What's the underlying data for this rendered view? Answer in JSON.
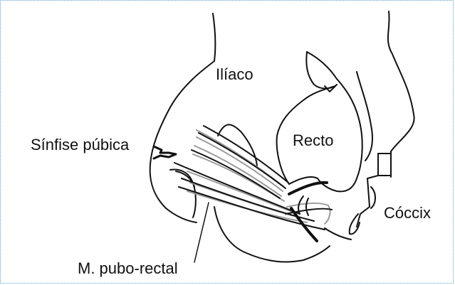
{
  "labels": {
    "iliaco": "Ilíaco",
    "sinfise": "Sínfise púbica",
    "recto": "Recto",
    "coccix": "Cóccix",
    "pubo_rectal": "M. pubo-rectal"
  },
  "colors": {
    "line": "#111111",
    "muscle_light": "#9a9a9a",
    "frame_border": "#5aa0c8"
  }
}
